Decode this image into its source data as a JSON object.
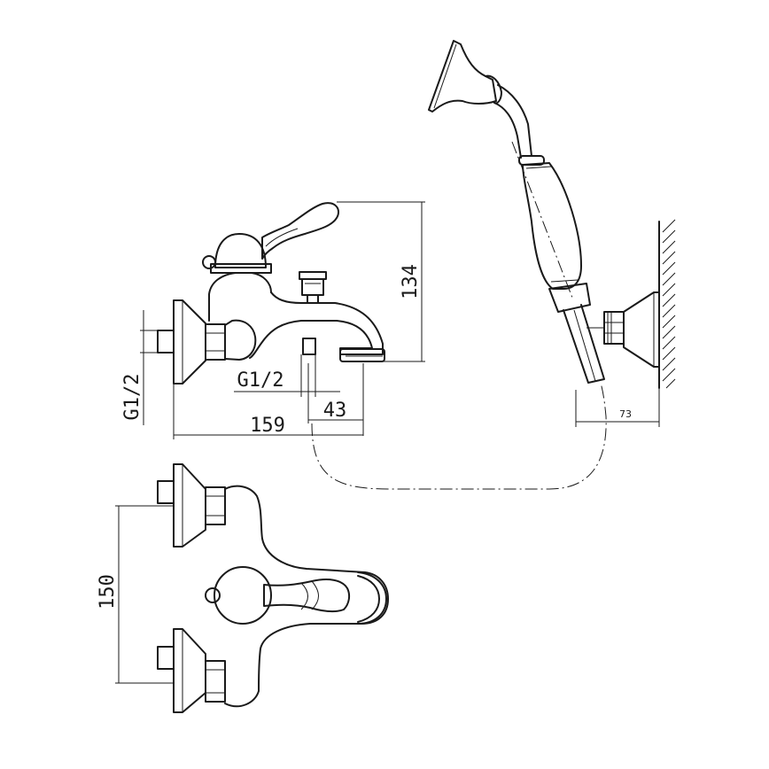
{
  "dimensions": {
    "height_mixer": "134",
    "thread_left": "G1/2",
    "thread_spout": "G1/2",
    "spout_offset": "43",
    "depth_mixer": "159",
    "holder_depth": "73",
    "inlet_spacing": "150"
  }
}
